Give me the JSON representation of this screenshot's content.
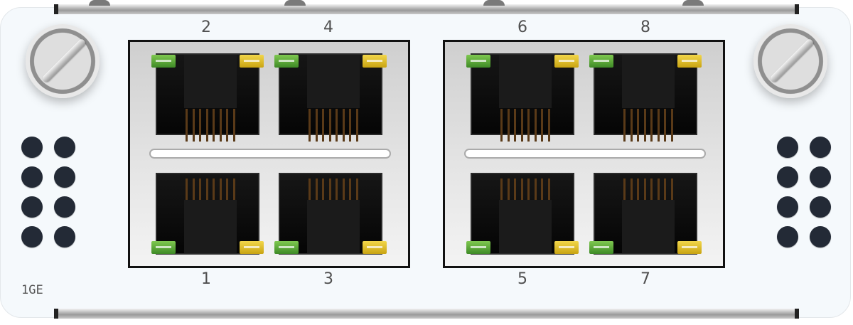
{
  "module": {
    "label": "1GE",
    "colors": {
      "faceplate": "#f5f9fc",
      "vent": "#232a36",
      "link_led": "#5fae3a",
      "activity_led": "#e2c22a",
      "cage": "#111111"
    }
  },
  "ports": [
    {
      "number": "2",
      "label": "2",
      "row": "top"
    },
    {
      "number": "4",
      "label": "4",
      "row": "top"
    },
    {
      "number": "6",
      "label": "6",
      "row": "top"
    },
    {
      "number": "8",
      "label": "8",
      "row": "top"
    },
    {
      "number": "1",
      "label": "1",
      "row": "bottom"
    },
    {
      "number": "3",
      "label": "3",
      "row": "bottom"
    },
    {
      "number": "5",
      "label": "5",
      "row": "bottom"
    },
    {
      "number": "7",
      "label": "7",
      "row": "bottom"
    }
  ],
  "screws": [
    {
      "icon": "thumbscrew-icon",
      "side": "left"
    },
    {
      "icon": "thumbscrew-icon",
      "side": "right"
    }
  ],
  "vent_groups": [
    {
      "side": "left",
      "holes": 8
    },
    {
      "side": "right",
      "holes": 8
    }
  ]
}
